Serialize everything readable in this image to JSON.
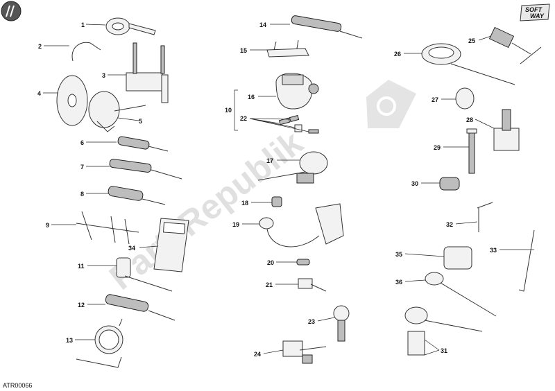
{
  "drawing_code": "ATR00066",
  "watermark": "PartsRepublik",
  "brand_logo": "SOFT WAY",
  "brand_logo_lines": [
    "SOFT",
    "WAY"
  ],
  "callouts": {
    "c1": "1",
    "c2": "2",
    "c3": "3",
    "c4": "4",
    "c5": "5",
    "c6": "6",
    "c7": "7",
    "c8": "8",
    "c9": "9",
    "c10": "10",
    "c11": "11",
    "c12": "12",
    "c13": "13",
    "c14": "14",
    "c15": "15",
    "c16": "16",
    "c17": "17",
    "c18": "18",
    "c19": "19",
    "c20": "20",
    "c21": "21",
    "c22": "22",
    "c23": "23",
    "c24": "24",
    "c25": "25",
    "c26": "26",
    "c27": "27",
    "c28": "28",
    "c29": "29",
    "c30": "30",
    "c31": "31",
    "c32": "32",
    "c33": "33",
    "c34": "34",
    "c35": "35",
    "c36": "36"
  }
}
